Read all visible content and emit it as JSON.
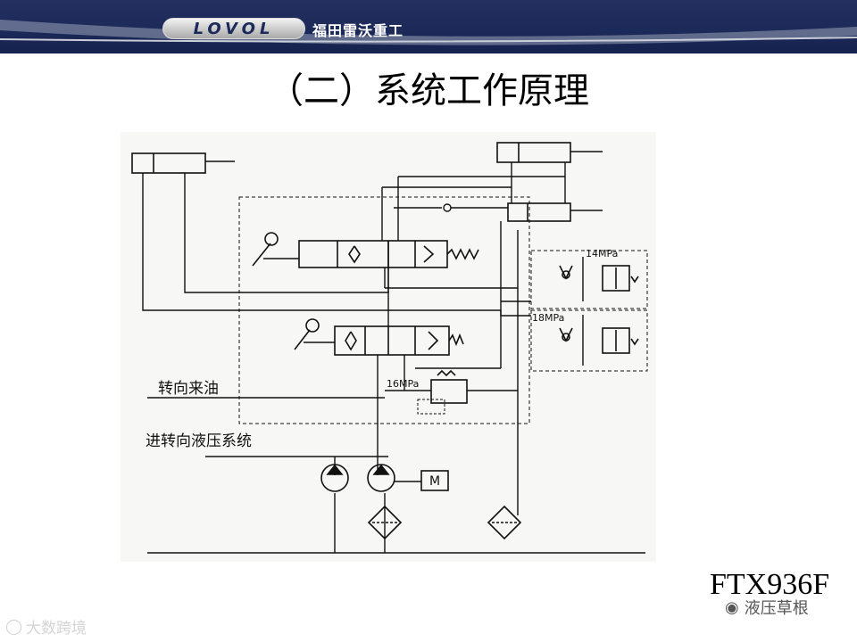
{
  "header": {
    "logo_text": "LOVOL",
    "brand_cn": "福田雷沃重工"
  },
  "title": "（二）系统工作原理",
  "diagram": {
    "label_steering_in": "转向来油",
    "label_to_steering": "进转向液压系统",
    "relief_14": "14MPa",
    "relief_18": "18MPa",
    "relief_16": "16MPa",
    "motor_label": "M"
  },
  "model": "FTX936F",
  "watermark_left": "大数跨境",
  "watermark_right": "液压草根",
  "colors": {
    "banner": "#1c2a5a",
    "banner_curve": "#d8d8d8"
  }
}
